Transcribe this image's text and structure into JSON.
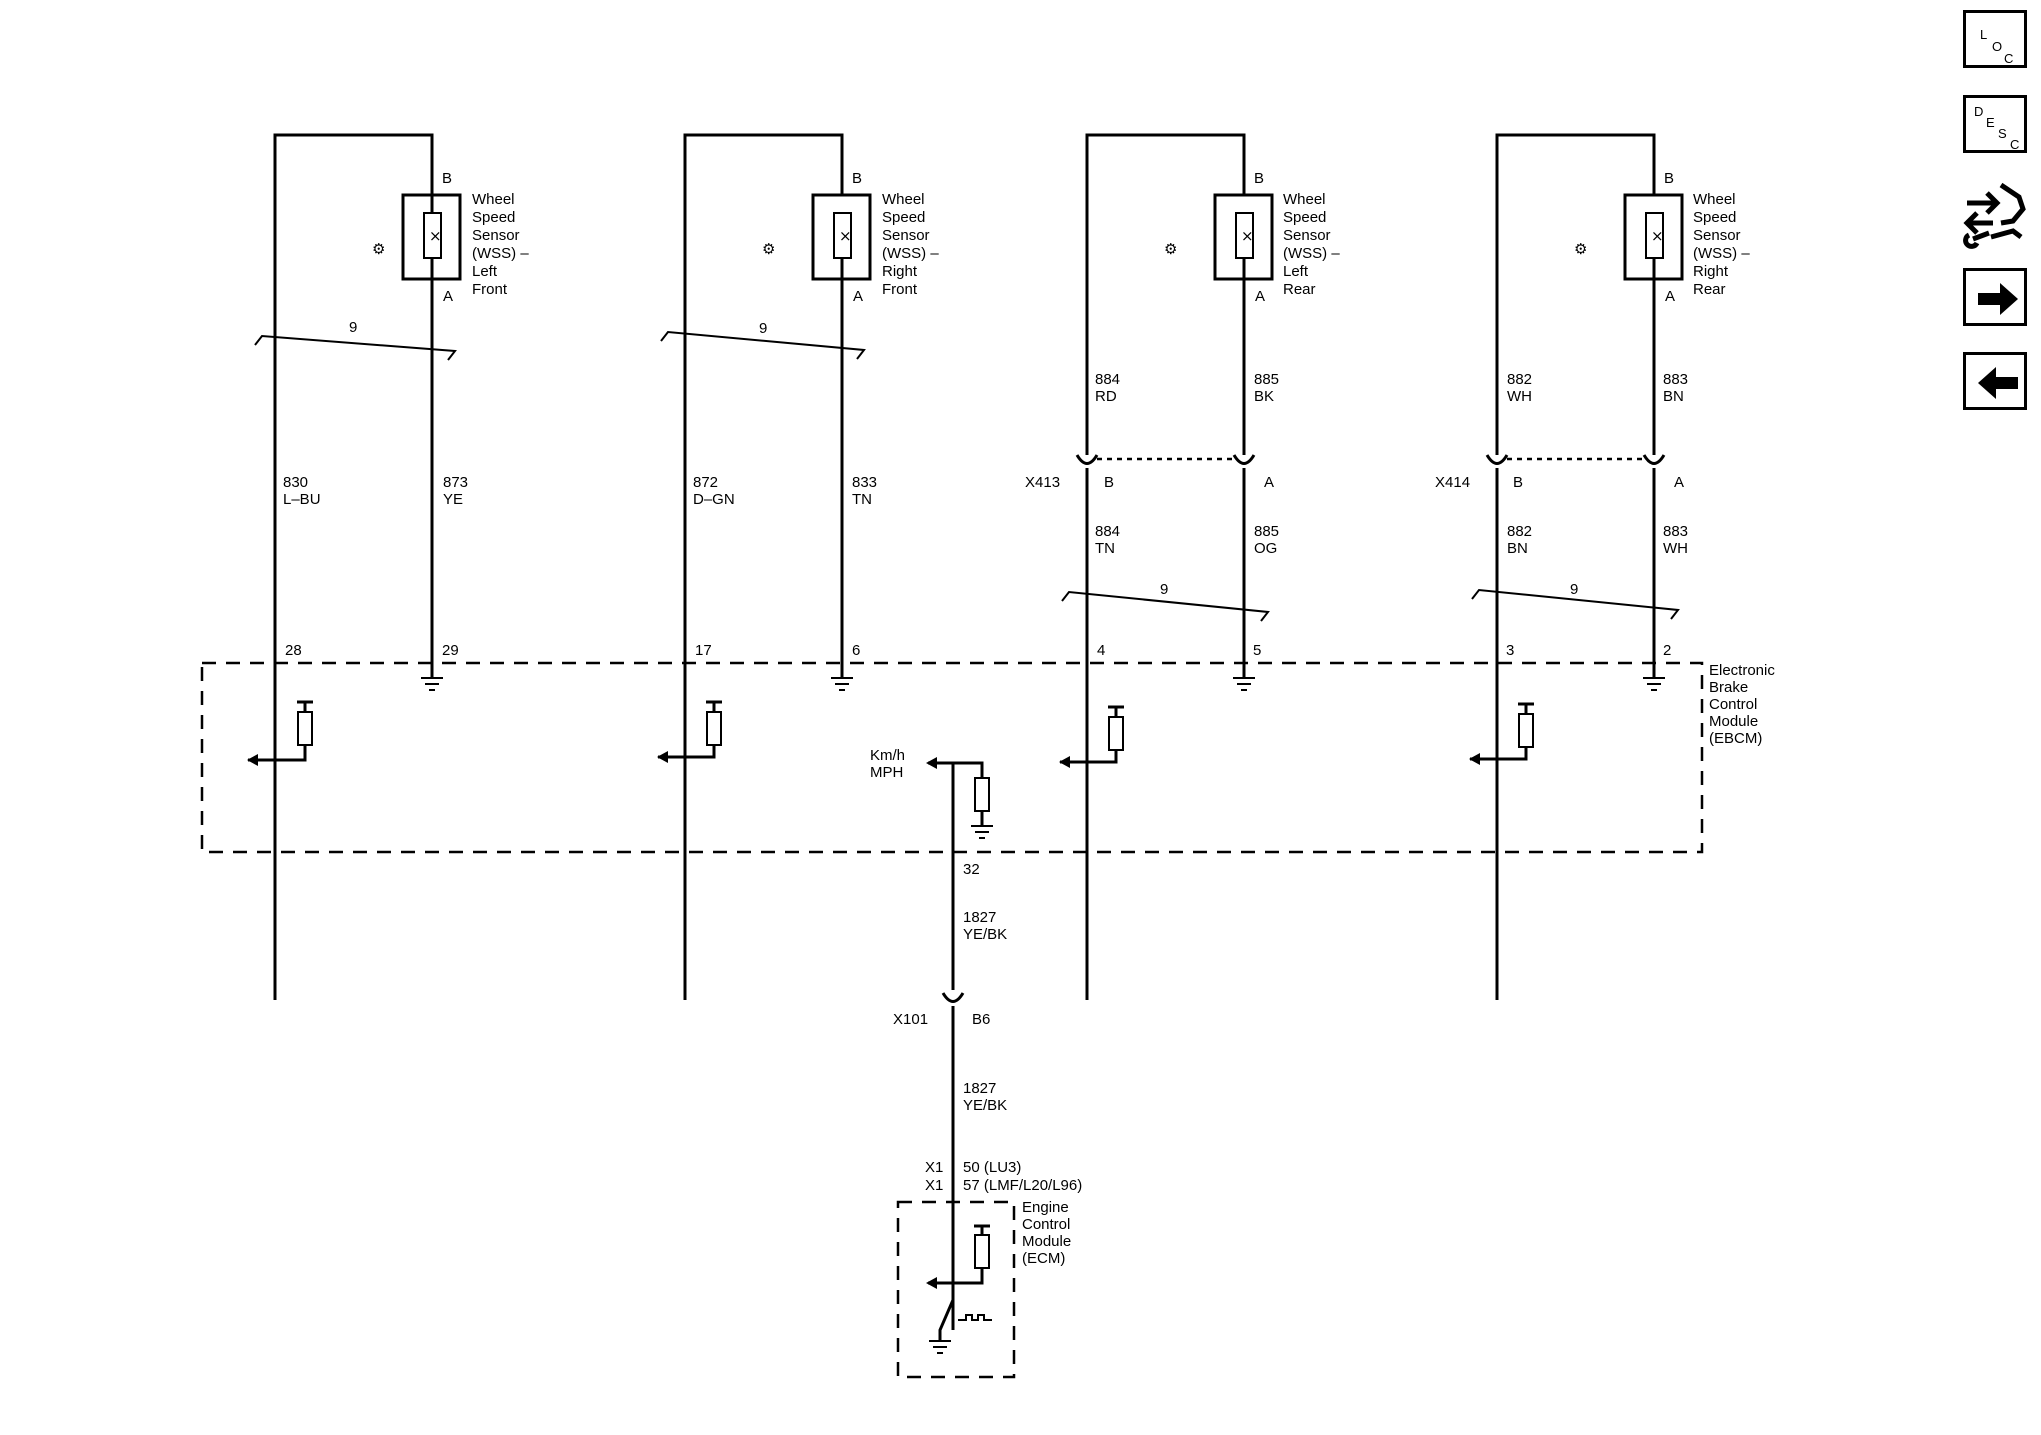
{
  "sensors": [
    {
      "line1": "Wheel",
      "line2": "Speed",
      "line3": "Sensor",
      "line4": "(WSS) –",
      "line5": "Left",
      "line6": "Front",
      "pin_top": "B",
      "pin_bottom": "A",
      "splice_count": "9"
    },
    {
      "line1": "Wheel",
      "line2": "Speed",
      "line3": "Sensor",
      "line4": "(WSS) –",
      "line5": "Right",
      "line6": "Front",
      "pin_top": "B",
      "pin_bottom": "A",
      "splice_count": "9"
    },
    {
      "line1": "Wheel",
      "line2": "Speed",
      "line3": "Sensor",
      "line4": "(WSS) –",
      "line5": "Left",
      "line6": "Rear",
      "pin_top": "B",
      "pin_bottom": "A"
    },
    {
      "line1": "Wheel",
      "line2": "Speed",
      "line3": "Sensor",
      "line4": "(WSS) –",
      "line5": "Right",
      "line6": "Rear",
      "pin_top": "B",
      "pin_bottom": "A"
    }
  ],
  "wires": {
    "lf_left": {
      "circuit": "830",
      "color": "L–BU",
      "pin": "28"
    },
    "lf_right": {
      "circuit": "873",
      "color": "YE",
      "pin": "29"
    },
    "rf_left": {
      "circuit": "872",
      "color": "D–GN",
      "pin": "17"
    },
    "rf_right": {
      "circuit": "833",
      "color": "TN",
      "pin": "6"
    },
    "lr_left_upper": {
      "circuit": "884",
      "color": "RD"
    },
    "lr_right_upper": {
      "circuit": "885",
      "color": "BK"
    },
    "lr_left_lower": {
      "circuit": "884",
      "color": "TN",
      "pin": "4"
    },
    "lr_right_lower": {
      "circuit": "885",
      "color": "OG",
      "pin": "5"
    },
    "rr_left_upper": {
      "circuit": "882",
      "color": "WH"
    },
    "rr_right_upper": {
      "circuit": "883",
      "color": "BN"
    },
    "rr_left_lower": {
      "circuit": "882",
      "color": "BN",
      "pin": "3"
    },
    "rr_right_lower": {
      "circuit": "883",
      "color": "WH",
      "pin": "2"
    }
  },
  "connectors": {
    "x413": {
      "name": "X413",
      "pin_left": "B",
      "pin_right": "A",
      "splice_count": "9"
    },
    "x414": {
      "name": "X414",
      "pin_left": "B",
      "pin_right": "A",
      "splice_count": "9"
    },
    "x101": {
      "name": "X101",
      "pin": "B6"
    }
  },
  "ebcm": {
    "line1": "Electronic",
    "line2": "Brake",
    "line3": "Control",
    "line4": "Module",
    "line5": "(EBCM)",
    "speed_line1": "Km/h",
    "speed_line2": "MPH",
    "output_pin": "32"
  },
  "speed_wire_upper": {
    "circuit": "1827",
    "color": "YE/BK"
  },
  "speed_wire_lower": {
    "circuit": "1827",
    "color": "YE/BK"
  },
  "ecm": {
    "line1": "Engine",
    "line2": "Control",
    "line3": "Module",
    "line4": "(ECM)",
    "conn1": "X1",
    "pin1": "50 (LU3)",
    "conn2": "X1",
    "pin2": "57 (LMF/L20/L96)"
  },
  "toolbar": {
    "loc": {
      "l1": "L",
      "l2": "O",
      "l3": "C"
    },
    "desc": {
      "l1": "D",
      "l2": "E",
      "l3": "S",
      "l4": "C"
    }
  }
}
